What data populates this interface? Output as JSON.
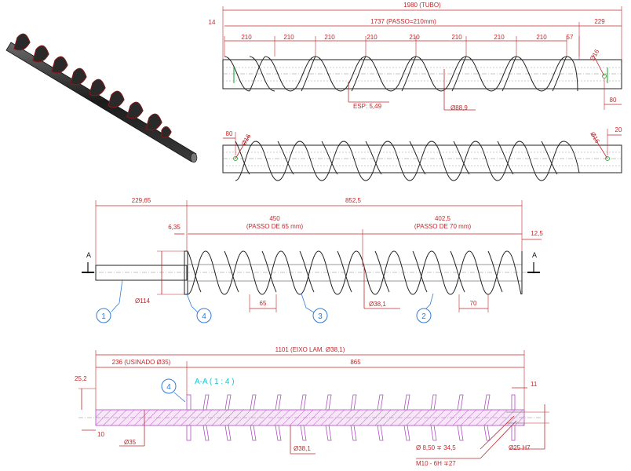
{
  "top_view": {
    "dims": {
      "total": "1980 (TUBO)",
      "spiral": "1737 (PASSO=210mm)",
      "left_gap": "14",
      "right_gap": "229",
      "pitch": "210",
      "last": "57",
      "hole": "Ø16",
      "right_hole_pos": "80",
      "thickness": "ESP: 5,49",
      "tube_dia": "Ø88,9"
    }
  },
  "mid_view": {
    "dims": {
      "left_hole_pos": "80",
      "left_hole": "Ø16",
      "right_hole": "Ø16",
      "right_gap": "20"
    }
  },
  "shaft_view": {
    "dims": {
      "shaft_len": "229,65",
      "flight_len": "852,5",
      "flange_th": "6,35",
      "sec1_len": "450",
      "sec1_note": "(PASSO DE 65 mm)",
      "sec2_len": "402,5",
      "sec2_note": "(PASSO DE 70 mm)",
      "end_gap": "12,5",
      "pitch1": "65",
      "pitch2": "70",
      "outer_dia": "Ø114",
      "core_dia": "Ø38,1"
    },
    "section_label": "A",
    "bubbles": [
      "1",
      "4",
      "3",
      "2"
    ]
  },
  "section_view": {
    "dims": {
      "total": "1101 (EIXO LAM. Ø38,1)",
      "machined": "236 (USINADO Ø35)",
      "flighted": "865",
      "left_step": "25,2",
      "left_small": "10",
      "shaft_dia": "Ø35",
      "core_dia": "Ø38,1",
      "end_len": "11",
      "hole_spec": "Ø 8,50 ∓ 34,5",
      "thread_spec": "M10 - 6H ∓27",
      "bore_spec": "Ø25 H7"
    },
    "title": "A-A ( 1 : 4 )",
    "bubble": "4"
  }
}
